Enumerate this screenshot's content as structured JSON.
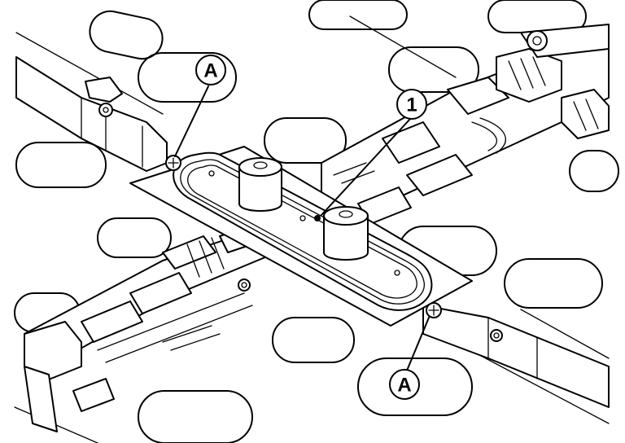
{
  "callouts": {
    "part_number": "1",
    "fastener_top": "A",
    "fastener_bottom": "A"
  },
  "colors": {
    "line": "#000000",
    "background": "#ffffff"
  }
}
